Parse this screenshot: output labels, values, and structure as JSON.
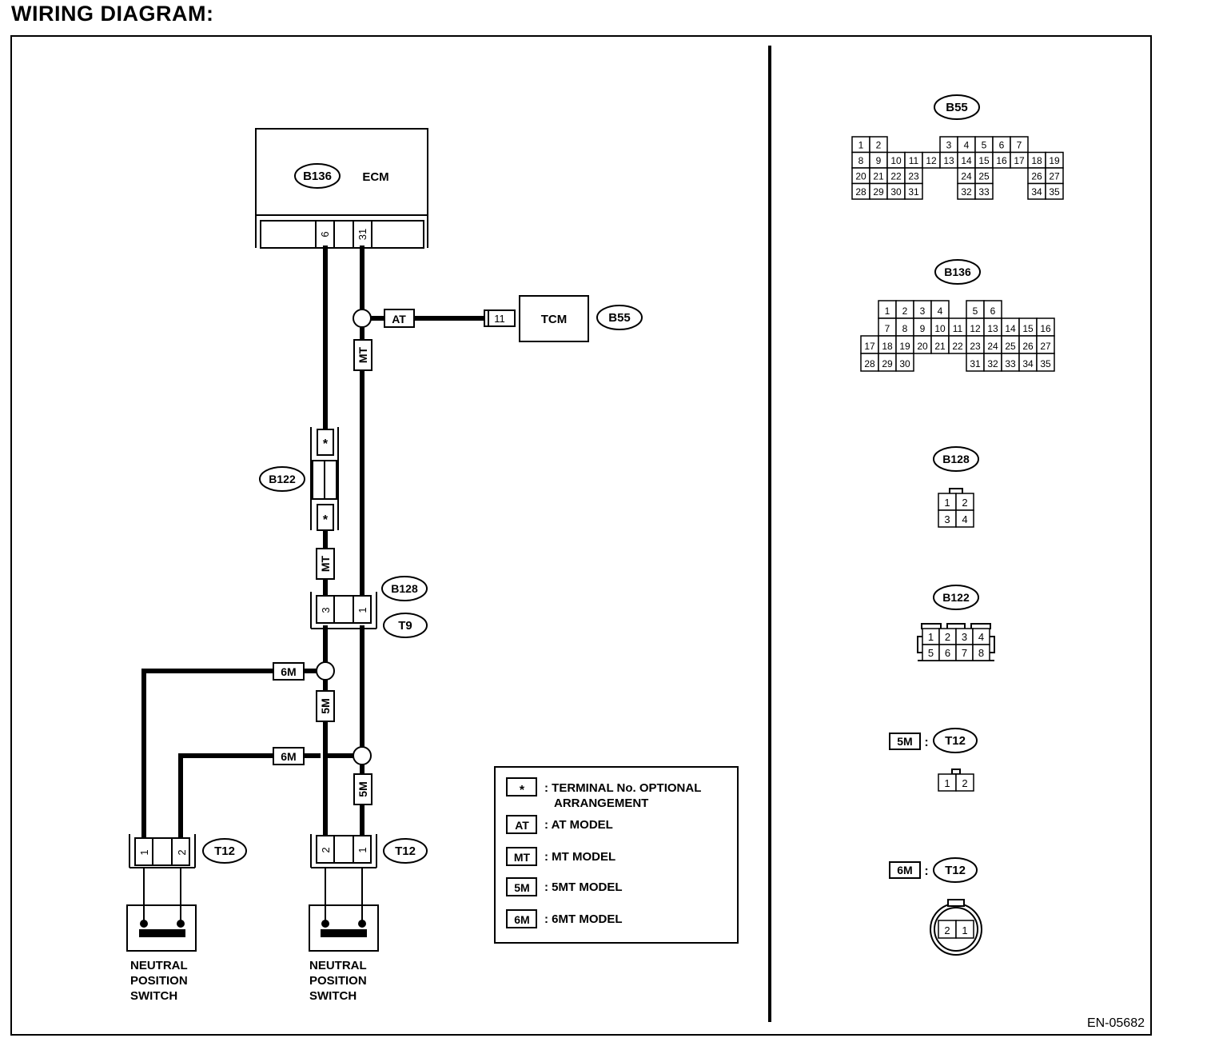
{
  "title": "WIRING DIAGRAM:",
  "figure_id": "EN-05682",
  "ecm": {
    "label": "ECM",
    "connector": "B136",
    "pins": [
      "6",
      "31"
    ]
  },
  "tcm": {
    "label": "TCM",
    "connector": "B55",
    "pin": "11"
  },
  "joint_connectors": {
    "b122": "B122",
    "b128": "B128",
    "t9": "T9",
    "star": "*"
  },
  "t9_pins": [
    "3",
    "1"
  ],
  "switch_left": {
    "connector": "T12",
    "pins": [
      "1",
      "2"
    ],
    "label": [
      "NEUTRAL",
      "POSITION",
      "SWITCH"
    ]
  },
  "switch_right": {
    "connector": "T12",
    "pins": [
      "2",
      "1"
    ],
    "label": [
      "NEUTRAL",
      "POSITION",
      "SWITCH"
    ]
  },
  "wire_tags": {
    "at": "AT",
    "mt": "MT",
    "m5": "5M",
    "m6": "6M"
  },
  "legend": [
    {
      "symbol": "*",
      "text": ": TERMINAL No. OPTIONAL",
      "text2": "ARRANGEMENT"
    },
    {
      "symbol": "AT",
      "text": ": AT MODEL"
    },
    {
      "symbol": "MT",
      "text": ": MT MODEL"
    },
    {
      "symbol": "5M",
      "text": ": 5MT MODEL"
    },
    {
      "symbol": "6M",
      "text": ": 6MT MODEL"
    }
  ],
  "connector_views": {
    "b55": {
      "label": "B55",
      "rows": [
        [
          "1",
          "2",
          "",
          "3",
          "4",
          "5",
          "6",
          "7"
        ],
        [
          "8",
          "9",
          "10",
          "11",
          "12",
          "13",
          "14",
          "15",
          "16",
          "17",
          "18",
          "19"
        ],
        [
          "20",
          "21",
          "22",
          "23",
          "24",
          "25",
          "26",
          "27"
        ],
        [
          "28",
          "29",
          "30",
          "31",
          "32",
          "33",
          "34",
          "35"
        ]
      ]
    },
    "b136": {
      "label": "B136",
      "rows": [
        [
          "1",
          "2",
          "3",
          "4",
          "5",
          "6"
        ],
        [
          "7",
          "8",
          "9",
          "10",
          "11",
          "12",
          "13",
          "14",
          "15",
          "16"
        ],
        [
          "17",
          "18",
          "19",
          "20",
          "21",
          "22",
          "23",
          "24",
          "25",
          "26",
          "27"
        ],
        [
          "28",
          "29",
          "30",
          "31",
          "32",
          "33",
          "34",
          "35"
        ]
      ]
    },
    "b128": {
      "label": "B128",
      "rows": [
        [
          "1",
          "2"
        ],
        [
          "3",
          "4"
        ]
      ]
    },
    "b122": {
      "label": "B122",
      "rows": [
        [
          "1",
          "2",
          "3",
          "4"
        ],
        [
          "5",
          "6",
          "7",
          "8"
        ]
      ]
    },
    "t12_5m": {
      "tag": "5M",
      "colon": ":",
      "label": "T12",
      "pins": [
        "1",
        "2"
      ]
    },
    "t12_6m": {
      "tag": "6M",
      "colon": ":",
      "label": "T12",
      "pins": [
        "2",
        "1"
      ]
    }
  }
}
